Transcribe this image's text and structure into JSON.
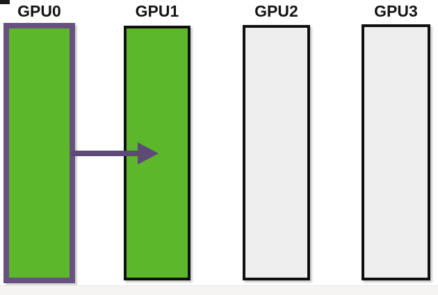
{
  "diagram": {
    "gpus": [
      {
        "label": "GPU0",
        "fill": "green",
        "fill_color": "#5cb72a",
        "border_color": "#68517f",
        "highlighted": true
      },
      {
        "label": "GPU1",
        "fill": "green",
        "fill_color": "#5cb72a",
        "border_color": "#0f0f0f",
        "highlighted": false
      },
      {
        "label": "GPU2",
        "fill": "gray",
        "fill_color": "#efeeee",
        "border_color": "#0f0f0f",
        "highlighted": false
      },
      {
        "label": "GPU3",
        "fill": "gray",
        "fill_color": "#efeeee",
        "border_color": "#0f0f0f",
        "highlighted": false
      }
    ],
    "arrow": {
      "description": "purple right arrow from GPU0 into GPU1",
      "color": "#5d4a78"
    },
    "colors": {
      "green": "#5cb72a",
      "gray_fill": "#efeeee",
      "purple": "#68517f",
      "black_border": "#0f0f0f",
      "background": "#ffffff",
      "bottom_strip": "#f5f4f2",
      "corner_mark": "#1a1a1a"
    }
  }
}
